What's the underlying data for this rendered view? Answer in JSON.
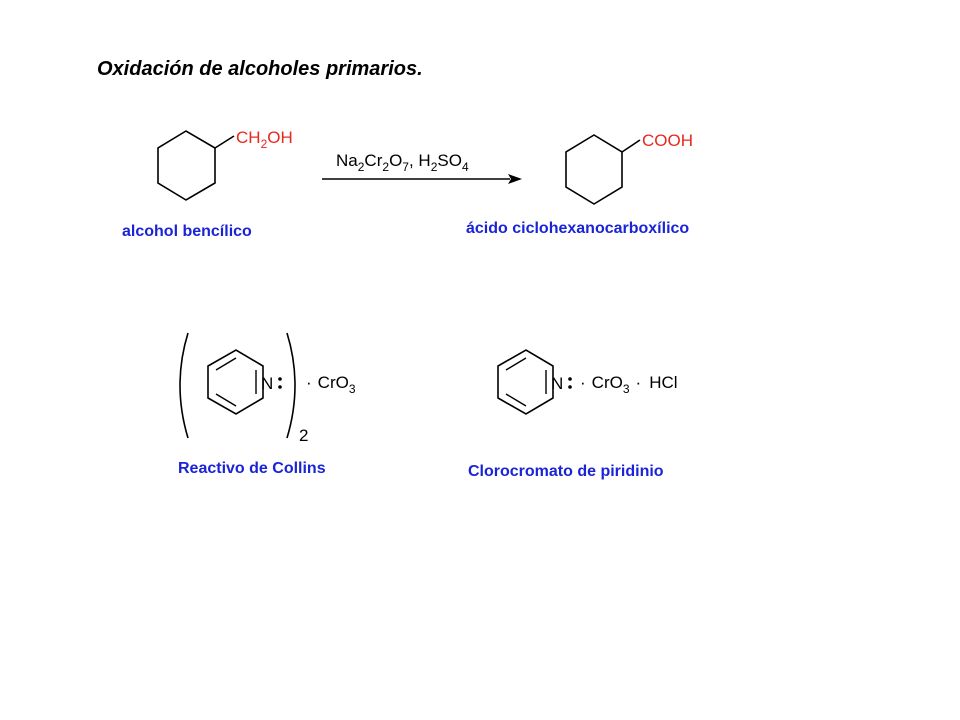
{
  "title": "Oxidación de alcoholes primarios.",
  "reaction": {
    "reactant": {
      "substituent": "CH",
      "substituent_sub": "2",
      "substituent_tail": "OH",
      "name": "alcohol bencílico"
    },
    "reagents": {
      "part1": "Na",
      "part1_sub": "2",
      "part2": "Cr",
      "part2_sub": "2",
      "part3": "O",
      "part3_sub": "7",
      "part4": ", H",
      "part4_sub": "2",
      "part5": "SO",
      "part5_sub": "4"
    },
    "product": {
      "substituent": "COOH",
      "name": "ácido ciclohexanocarboxílico"
    }
  },
  "reagents_bottom": {
    "collins": {
      "atom": "N",
      "dot": "·",
      "cro": "CrO",
      "cro_sub": "3",
      "multiplier": "2",
      "name": "Reactivo de Collins"
    },
    "pcc": {
      "atom": "N",
      "dot": "·",
      "cro": "CrO",
      "cro_sub": "3",
      "dot2": "·",
      "hcl": "HCl",
      "name": "Clorocromato de piridinio"
    }
  },
  "colors": {
    "structure": "#000000",
    "substituent": "#e8281e",
    "name_label": "#1a24d6",
    "reagent_text": "#000000"
  }
}
